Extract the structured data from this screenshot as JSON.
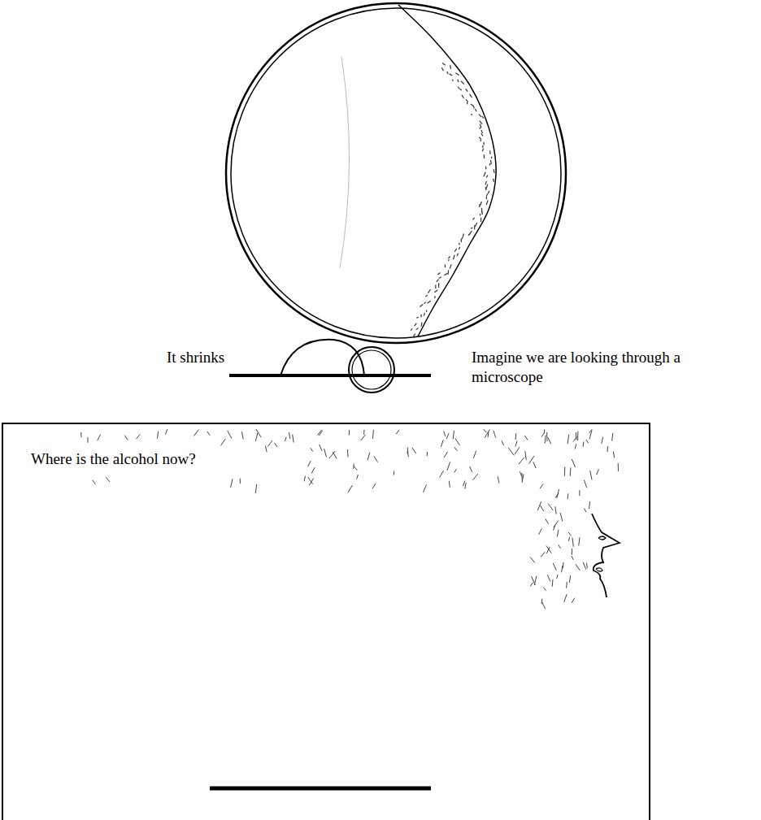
{
  "diagram": {
    "nodes": [
      {
        "text": [
          "Where is the alcohol now?"
        ]
      }
    ],
    "labels": [
      "It shrinks",
      "Imagine we are looking through a microscope"
    ]
  }
}
